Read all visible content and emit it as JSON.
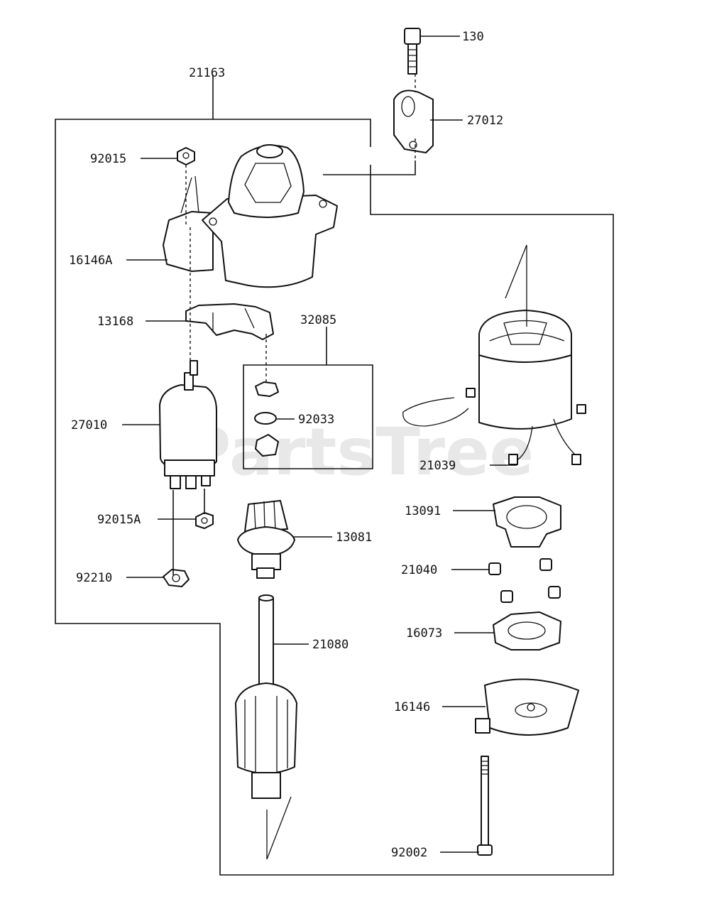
{
  "watermark": "PartsTree",
  "labels": {
    "p130": "130",
    "p21163": "21163",
    "p27012": "27012",
    "p92015": "92015",
    "p16146A": "16146A",
    "p13168": "13168",
    "p32085": "32085",
    "p27010": "27010",
    "p92033": "92033",
    "p21039": "21039",
    "p13091": "13091",
    "p92015A": "92015A",
    "p13081": "13081",
    "p21040": "21040",
    "p92210": "92210",
    "p16073": "16073",
    "p21080": "21080",
    "p16146": "16146",
    "p92002": "92002"
  }
}
